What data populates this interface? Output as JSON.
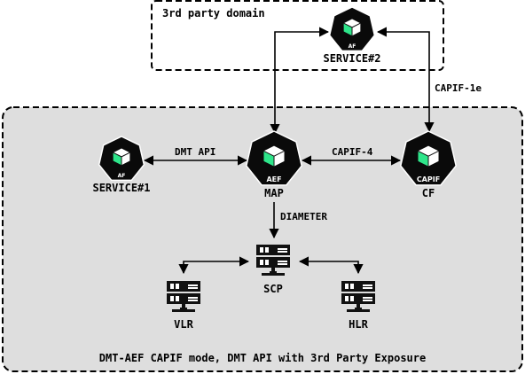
{
  "external_domain": {
    "label": "3rd party domain"
  },
  "internal_domain": {
    "caption": "DMT-AEF CAPIF mode, DMT API with 3rd Party Exposure"
  },
  "nodes": {
    "service2": {
      "badge": "AF",
      "name": "SERVICE#2"
    },
    "service1": {
      "badge": "AF",
      "name": "SERVICE#1"
    },
    "map": {
      "badge": "AEF",
      "name": "MAP"
    },
    "cf": {
      "badge": "CAPIF",
      "name": "CF"
    },
    "scp": {
      "name": "SCP"
    },
    "vlr": {
      "name": "VLR"
    },
    "hlr": {
      "name": "HLR"
    }
  },
  "links": {
    "capif_1e": "CAPIF-1e",
    "dmt_api": "DMT API",
    "capif_4": "CAPIF-4",
    "diameter": "DIAMETER"
  },
  "colors": {
    "node_fill": "#0a0a0a",
    "cube_green": "#2ee58a",
    "domain_fill": "#dedede"
  }
}
